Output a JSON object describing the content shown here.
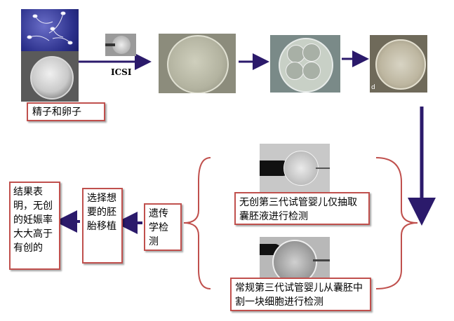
{
  "step_sperm_egg": "精子和卵子",
  "step_icsi": "ICSI",
  "image_corner_letter": "d",
  "method_noninvasive": "无创第三代试管婴儿仅抽取囊胚液进行检测",
  "method_conventional": "常规第三代试管婴儿从囊胚中割一块细胞进行检测",
  "step_genetic_test": "遗传学检测",
  "step_select_transfer": "选择想要的胚胎移植",
  "step_result": "结果表明，无创的妊娠率大大高于有创的",
  "colors": {
    "box_border": "#c0504d",
    "arrow": "#2b1a6b",
    "bracket": "#c0504d"
  }
}
